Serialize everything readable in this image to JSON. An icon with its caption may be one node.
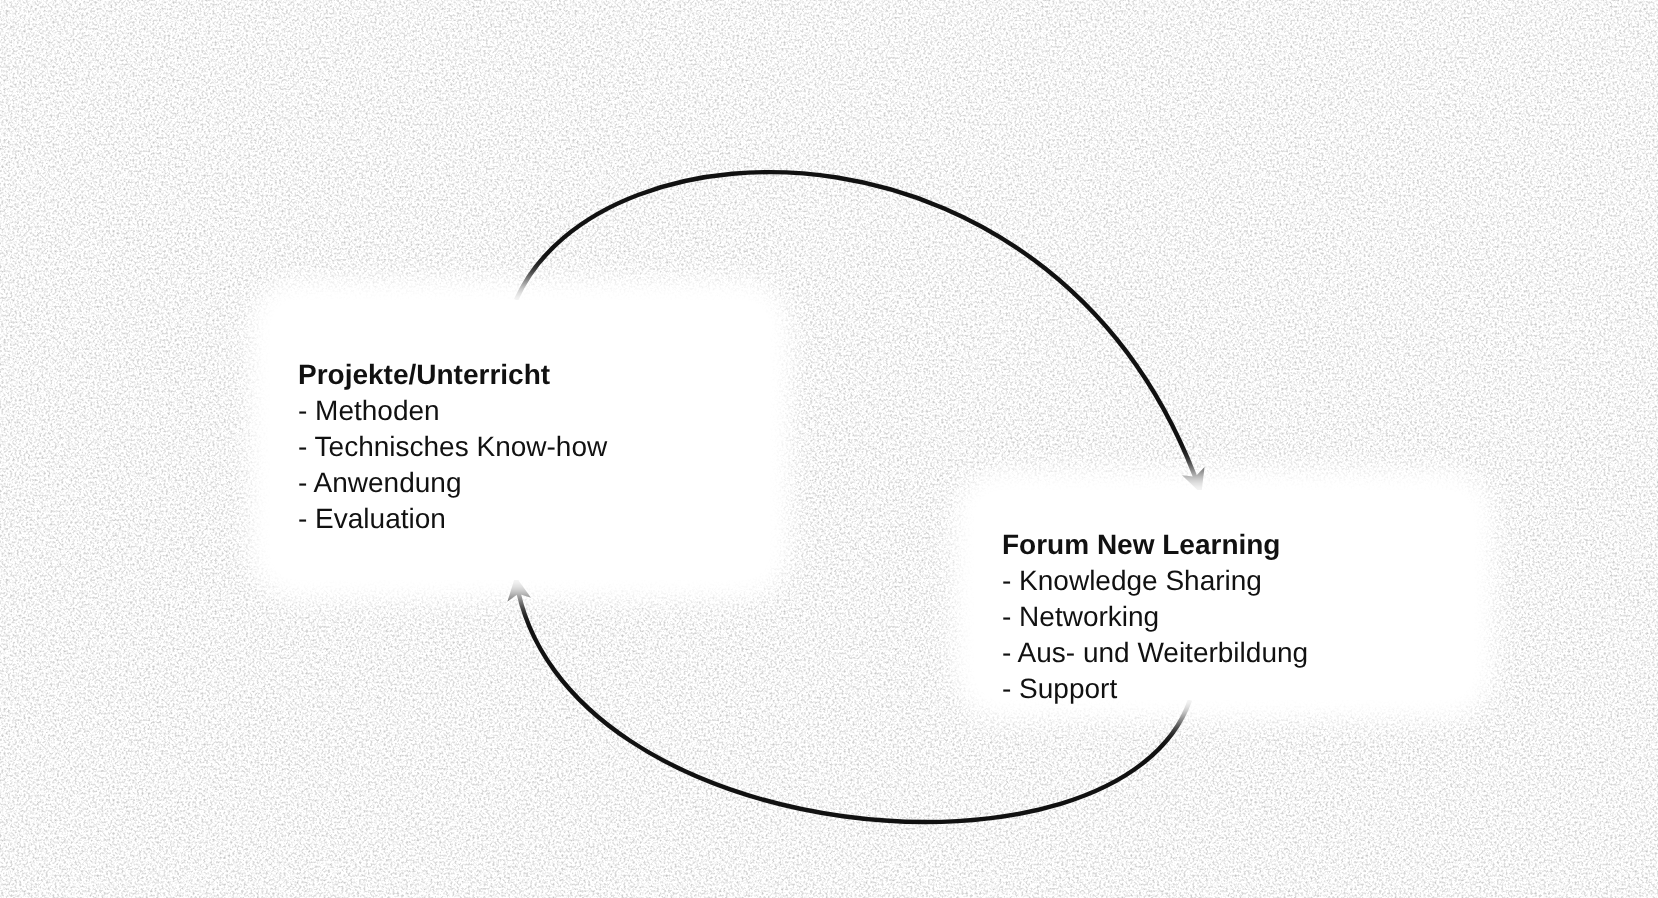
{
  "diagram": {
    "nodes": [
      {
        "text": [
          "Projekte/Unterricht",
          "- Methoden",
          "- Technisches Know-how",
          "- Anwendung",
          "- Evaluation"
        ]
      },
      {
        "text": [
          "Forum New Learning",
          "- Knowledge Sharing",
          "- Networking",
          "- Aus- und Weiterbildung",
          "- Support"
        ]
      }
    ],
    "edges": [
      {
        "from": 0,
        "to": 1,
        "arrow": "to"
      },
      {
        "from": 1,
        "to": 0,
        "arrow": "to"
      }
    ]
  }
}
